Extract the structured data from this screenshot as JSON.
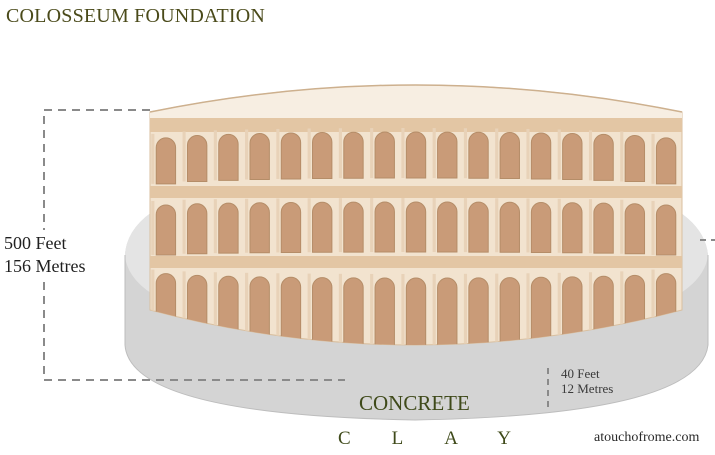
{
  "diagram": {
    "title": "COLOSSEUM FOUNDATION",
    "height_feet": "500 Feet",
    "height_metres": "156 Metres",
    "depth_feet": "40 Feet",
    "depth_metres": "12 Metres",
    "foundation_label": "CONCRETE",
    "ground_label": "CLAY",
    "credit": "atouchofrome.com"
  },
  "colors": {
    "stone_light": "#f5ece0",
    "stone_mid": "#e8d2b8",
    "arch_fill": "#c99b78",
    "trim": "#b58d68",
    "concrete": "#d6d6d6",
    "concrete_top": "#e3e3e3",
    "dimension_line": "#8a8a8a"
  }
}
